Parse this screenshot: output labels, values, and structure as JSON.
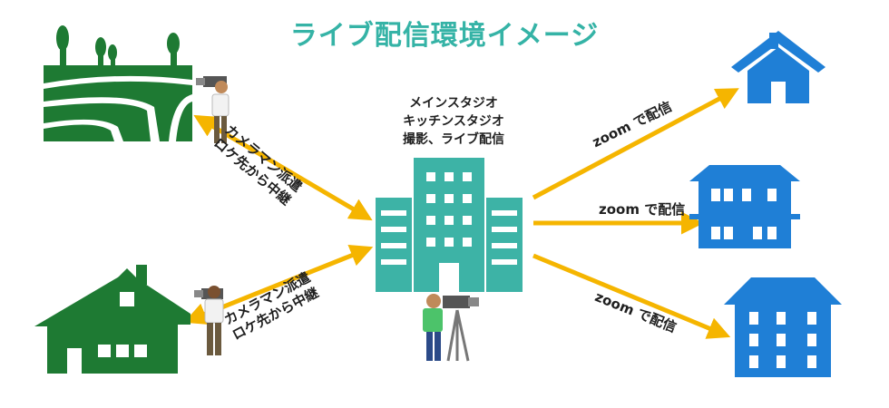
{
  "title": "ライブ配信環境イメージ",
  "center": {
    "lines": [
      "メインスタジオ",
      "キッチンスタジオ",
      "撮影、ライブ配信"
    ]
  },
  "remote_links": [
    {
      "lines": [
        "カメラマン派遣",
        "ロケ先から中継"
      ]
    },
    {
      "lines": [
        "カメラマン派遣",
        "ロケ先から中継"
      ]
    }
  ],
  "zoom_links": [
    {
      "label": "zoom で配信"
    },
    {
      "label": "zoom で配信"
    },
    {
      "label": "zoom で配信"
    }
  ],
  "colors": {
    "title": "#35b3a6",
    "building": "#3db3a6",
    "green": "#1e7a33",
    "blue": "#1f7fd6",
    "arrow": "#f5b500"
  },
  "icons": [
    "farm-field-icon",
    "country-house-icon",
    "office-building-icon",
    "house-icon",
    "apartment-icon",
    "large-house-icon",
    "cameraman-icon"
  ]
}
